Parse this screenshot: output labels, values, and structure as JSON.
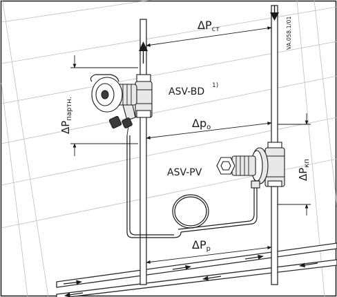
{
  "labels": {
    "dp_st": "ΔP",
    "dp_st_sub": "ст",
    "dp_partn": "ΔP",
    "dp_partn_sub": "партн.",
    "asv_bd": "ASV-BD",
    "asv_bd_note": "1)",
    "dp_o": "Δp",
    "dp_o_sub": "o",
    "asv_pv": "ASV-PV",
    "dp_kp": "ΔP",
    "dp_kp_sub": "кп",
    "dp_p": "ΔP",
    "dp_p_sub": "p",
    "doc_code": "VA.058.1/01"
  }
}
